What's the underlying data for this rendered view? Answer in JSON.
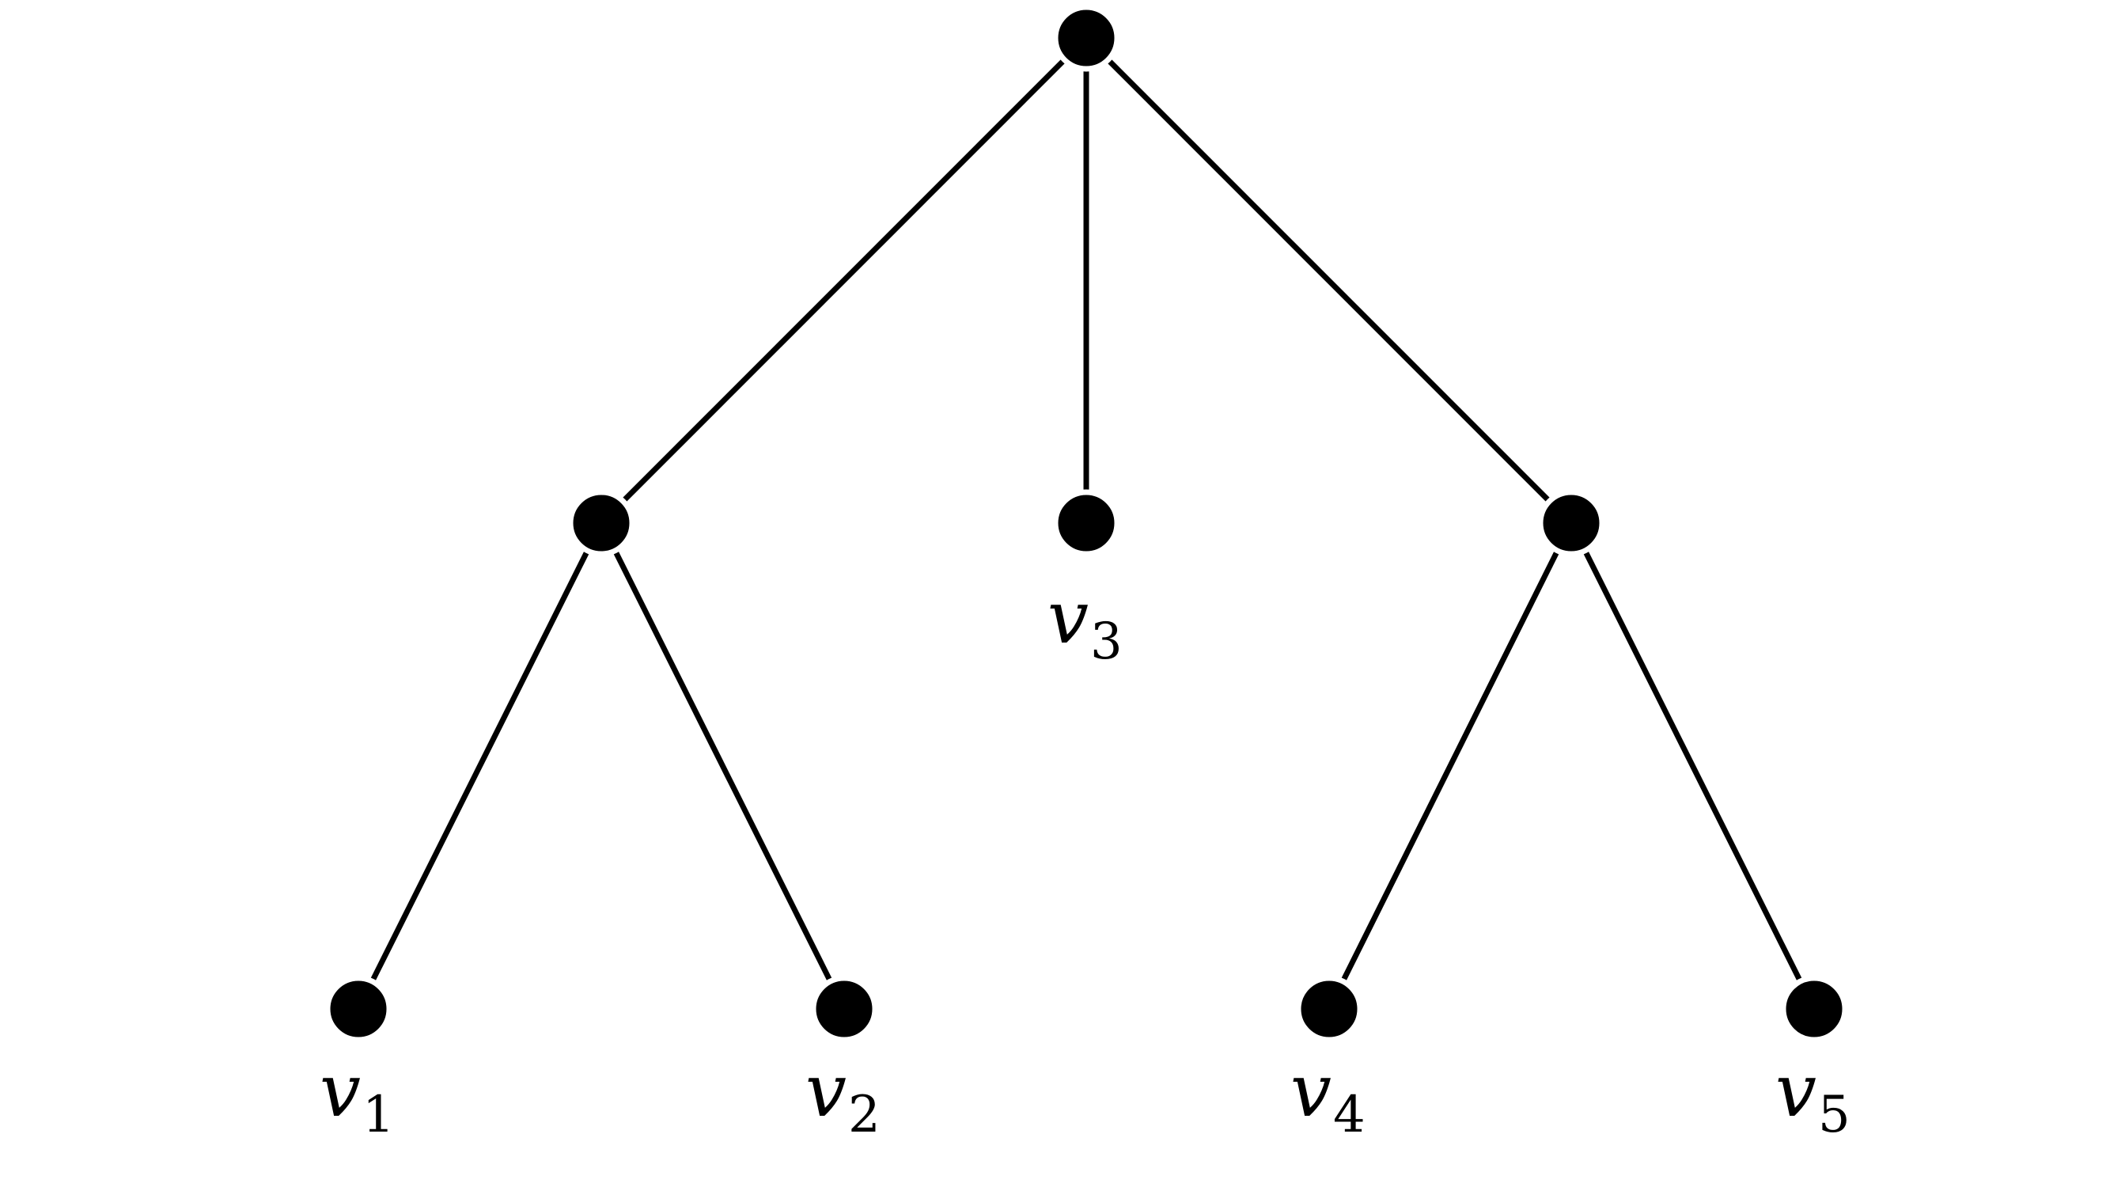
{
  "tree": {
    "nodes": [
      {
        "id": "root",
        "parent": null,
        "label": null
      },
      {
        "id": "left-internal",
        "parent": "root",
        "label": null
      },
      {
        "id": "leaf-v3",
        "parent": "root",
        "label": {
          "variable": "v",
          "subscript": "3"
        }
      },
      {
        "id": "right-internal",
        "parent": "root",
        "label": null
      },
      {
        "id": "leaf-v1",
        "parent": "left-internal",
        "label": {
          "variable": "v",
          "subscript": "1"
        }
      },
      {
        "id": "leaf-v2",
        "parent": "left-internal",
        "label": {
          "variable": "v",
          "subscript": "2"
        }
      },
      {
        "id": "leaf-v4",
        "parent": "right-internal",
        "label": {
          "variable": "v",
          "subscript": "4"
        }
      },
      {
        "id": "leaf-v5",
        "parent": "right-internal",
        "label": {
          "variable": "v",
          "subscript": "5"
        }
      }
    ]
  },
  "colors": {
    "node": "#000000",
    "edge": "#000000",
    "background": "#ffffff"
  }
}
